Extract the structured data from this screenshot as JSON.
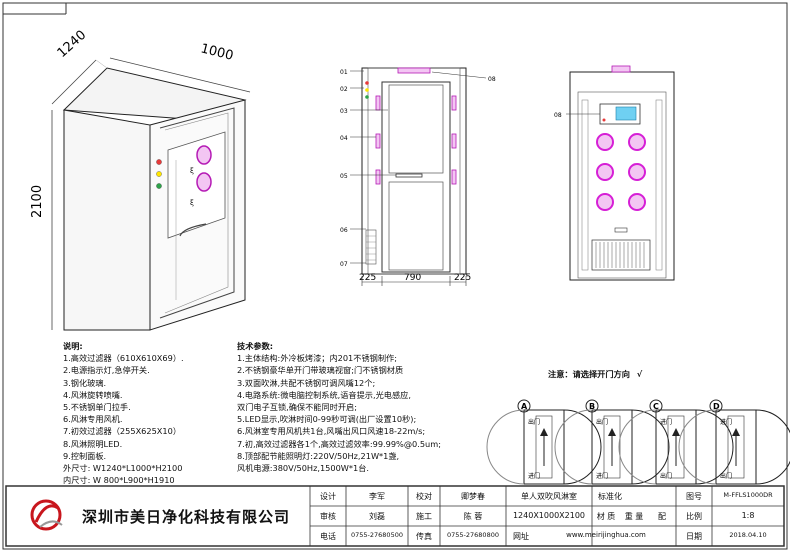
{
  "drawing": {
    "iso_dims": {
      "length": "1240",
      "width": "1000",
      "height": "2100"
    },
    "front_labels": [
      "01",
      "02",
      "03",
      "04",
      "05",
      "06",
      "07",
      "08"
    ],
    "front_dims": {
      "left": "225",
      "middle": "790",
      "right": "225"
    },
    "back_label": "08"
  },
  "notes": {
    "heading": "说明:",
    "items": [
      "1.高效过滤器（610X610X69）.",
      "2.电源指示灯,急停开关.",
      "3.钢化玻璃.",
      "4.风淋旋转喷嘴.",
      "5.不锈钢单门拉手.",
      "6.风淋专用风机.",
      "7.初效过滤器（255X625X10）",
      "8.风淋照明LED.",
      "9.控制面板.",
      "  外尺寸: W1240*L1000*H2100",
      "  内尺寸: W 800*L900*H1910"
    ]
  },
  "specs": {
    "heading": "技术参数:",
    "items": [
      "1.主体结构:外冷板烤漆；内201不锈钢制作;",
      "2.不锈钢豪华单开门带玻璃视窗;门不锈钢材质",
      "3.双面吹淋,共配不锈钢可调风嘴12个;",
      "4.电路系统:微电脑控制系统,语音提示,光电感应,",
      "  双门电子互锁,确保不能同时开启;",
      "5.LED显示,吹淋时间0-99秒可调(出厂设置10秒);",
      "6.风淋室专用风机共1台,风嘴出风口风速18-22m/s;",
      "7.初,高效过滤器各1个,高效过滤效率:99.99%@0.5um;",
      "8.顶部配节能照明灯:220V/50Hz,21W*1盏,",
      "  风机电源:380V/50Hz,1500W*1台."
    ]
  },
  "door_note": {
    "label": "注意：请选择开门方向",
    "mark": "√"
  },
  "door_options": [
    {
      "letter": "A",
      "in": "进门",
      "out": "出门"
    },
    {
      "letter": "B",
      "in": "进门",
      "out": "出门"
    },
    {
      "letter": "C",
      "in": "进门",
      "out": "出门"
    },
    {
      "letter": "D",
      "in": "进门",
      "out": "出门"
    }
  ],
  "title_block": {
    "company": "深圳市美日净化科技有限公司",
    "design_label": "设计",
    "design_value": "李军",
    "check_label": "校对",
    "check_value": "卿梦春",
    "product": "单人双吹风淋室",
    "std_label": "标准化",
    "drawing_no_label": "图号",
    "drawing_no_value": "M-FFLS1000DR",
    "review_label": "审核",
    "review_value": "刘磊",
    "build_label": "施工",
    "build_value": "陈 蓉",
    "size": "1240X1000X2100",
    "material_label": "材 质",
    "weight_label": "重 量",
    "match_label": "配",
    "scale_label": "比例",
    "scale_value": "1:8",
    "phone_label": "电话",
    "phone_value": "0755-27680500",
    "fax_label": "传真",
    "fax_value": "0755-27680800",
    "web_label": "网址",
    "web_value": "www.meirijinghua.com",
    "date_label": "日期",
    "date_value": "2018.04.10"
  }
}
